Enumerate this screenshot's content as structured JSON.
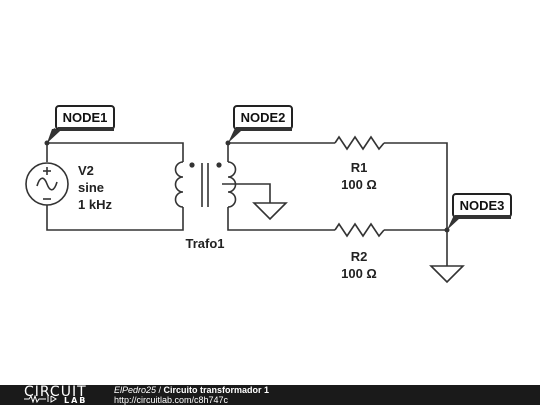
{
  "nodes": {
    "node1": "NODE1",
    "node2": "NODE2",
    "node3": "NODE3"
  },
  "source": {
    "name": "V2",
    "type": "sine",
    "frequency": "1 kHz"
  },
  "transformer": {
    "name": "Trafo1"
  },
  "resistors": [
    {
      "name": "R1",
      "value": "100 Ω"
    },
    {
      "name": "R2",
      "value": "100 Ω"
    }
  ],
  "footer": {
    "logo_main": "CIRCUIT",
    "logo_sub": "LAB",
    "author": "ElPedro25",
    "separator": " / ",
    "title": "Circuito transformador 1",
    "url": "http://circuitlab.com/c8h747c"
  },
  "colors": {
    "wire": "#333333",
    "footer_bg": "#1a1a1a"
  }
}
